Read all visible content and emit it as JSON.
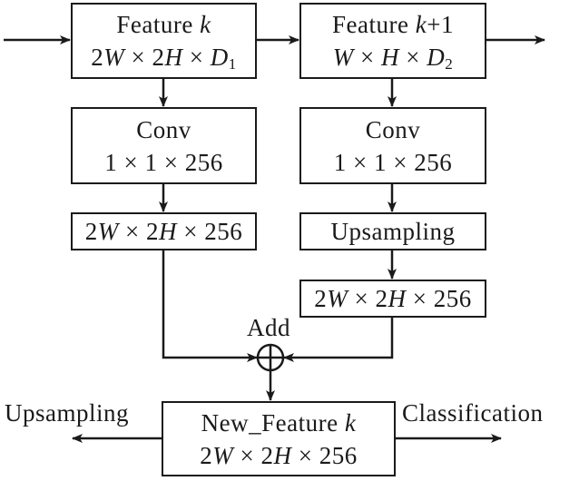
{
  "diagram": {
    "type": "flowchart",
    "nodes": {
      "feature_k": {
        "title": "Feature",
        "title_var": "k",
        "dims": [
          "2",
          "W",
          "2",
          "H",
          "D",
          "1"
        ]
      },
      "feature_k1": {
        "title": "Feature",
        "title_var": "k",
        "title_suffix": "+1",
        "dims": [
          "W",
          "H",
          "D",
          "2"
        ]
      },
      "conv_left": {
        "title": "Conv",
        "dims": "1 × 1 × 256"
      },
      "conv_right": {
        "title": "Conv",
        "dims": "1 × 1 × 256"
      },
      "lateral_out": {
        "dims": [
          "2",
          "W",
          "2",
          "H",
          "256"
        ]
      },
      "upsampling_box": {
        "title": "Upsampling"
      },
      "upsampled_out": {
        "dims": [
          "2",
          "W",
          "2",
          "H",
          "256"
        ]
      },
      "add": {
        "label": "Add",
        "symbol": "⊕"
      },
      "new_feature": {
        "title": "New_Feature",
        "title_var": "k",
        "dims": [
          "2",
          "W",
          "2",
          "H",
          "256"
        ]
      }
    },
    "output_labels": {
      "left": "Upsampling",
      "right": "Classification"
    },
    "times": "×",
    "edges": [
      [
        "input",
        "feature_k"
      ],
      [
        "feature_k",
        "feature_k1"
      ],
      [
        "feature_k1",
        "output"
      ],
      [
        "feature_k",
        "conv_left"
      ],
      [
        "conv_left",
        "lateral_out"
      ],
      [
        "lateral_out",
        "add"
      ],
      [
        "feature_k1",
        "conv_right"
      ],
      [
        "conv_right",
        "upsampling_box"
      ],
      [
        "upsampling_box",
        "upsampled_out"
      ],
      [
        "upsampled_out",
        "add"
      ],
      [
        "add",
        "new_feature"
      ],
      [
        "new_feature",
        "upsampling_output"
      ],
      [
        "new_feature",
        "classification_output"
      ]
    ]
  }
}
